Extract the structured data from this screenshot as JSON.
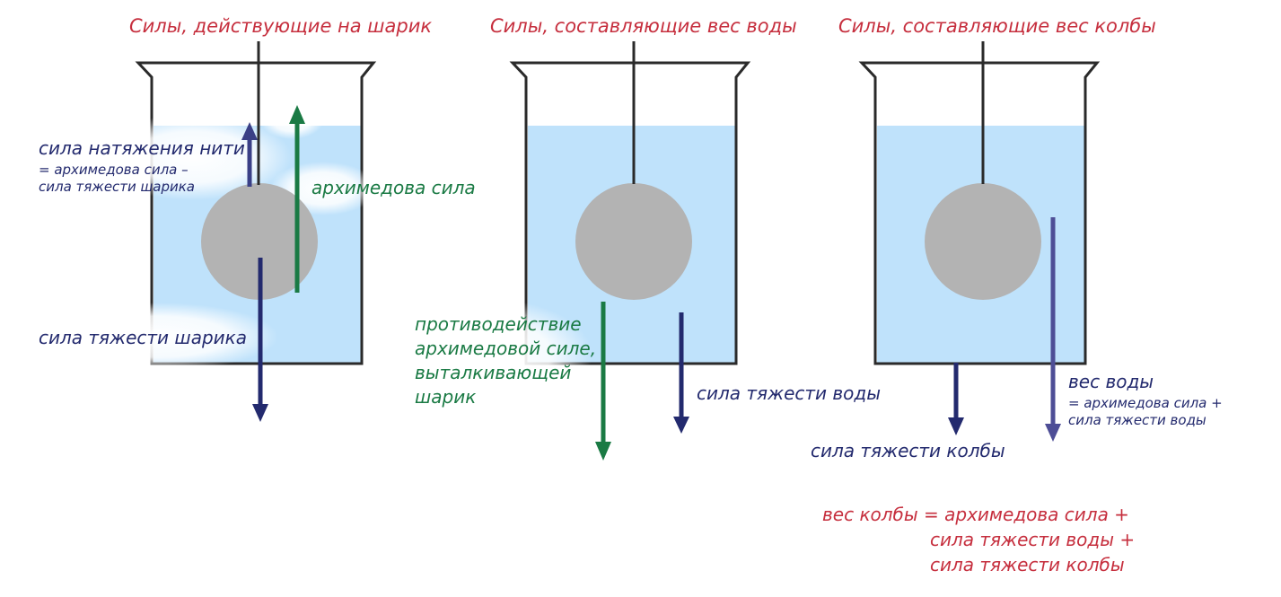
{
  "panels": [
    {
      "title": "Силы, действующие на шарик",
      "labels": {
        "tension_title": "сила натяжения нити",
        "tension_formula": "= архимедова сила –\nсила тяжести шарика",
        "archimedes": "архимедова сила",
        "ball_gravity": "сила тяжести шарика"
      }
    },
    {
      "title": "Силы, составляющие вес воды",
      "labels": {
        "counteraction": "противодействие\nархимедовой силе,\nвыталкивающей\nшарик",
        "water_gravity": "сила тяжести воды"
      }
    },
    {
      "title": "Силы, составляющие вес колбы",
      "labels": {
        "water_weight_title": "вес воды",
        "water_weight_formula": "= архимедова сила +\nсила тяжести воды",
        "flask_gravity": "сила тяжести колбы"
      }
    }
  ],
  "formula": {
    "line1": "вес колбы = архимедова сила +",
    "line2": "сила тяжести воды +",
    "line3": "сила тяжести колбы"
  },
  "colors": {
    "title_red": "#c62f3e",
    "navy": "#232a6e",
    "green": "#1a7a44",
    "water": "#bfe2fb",
    "ball": "#b3b3b3",
    "outline": "#2a2a2a"
  }
}
